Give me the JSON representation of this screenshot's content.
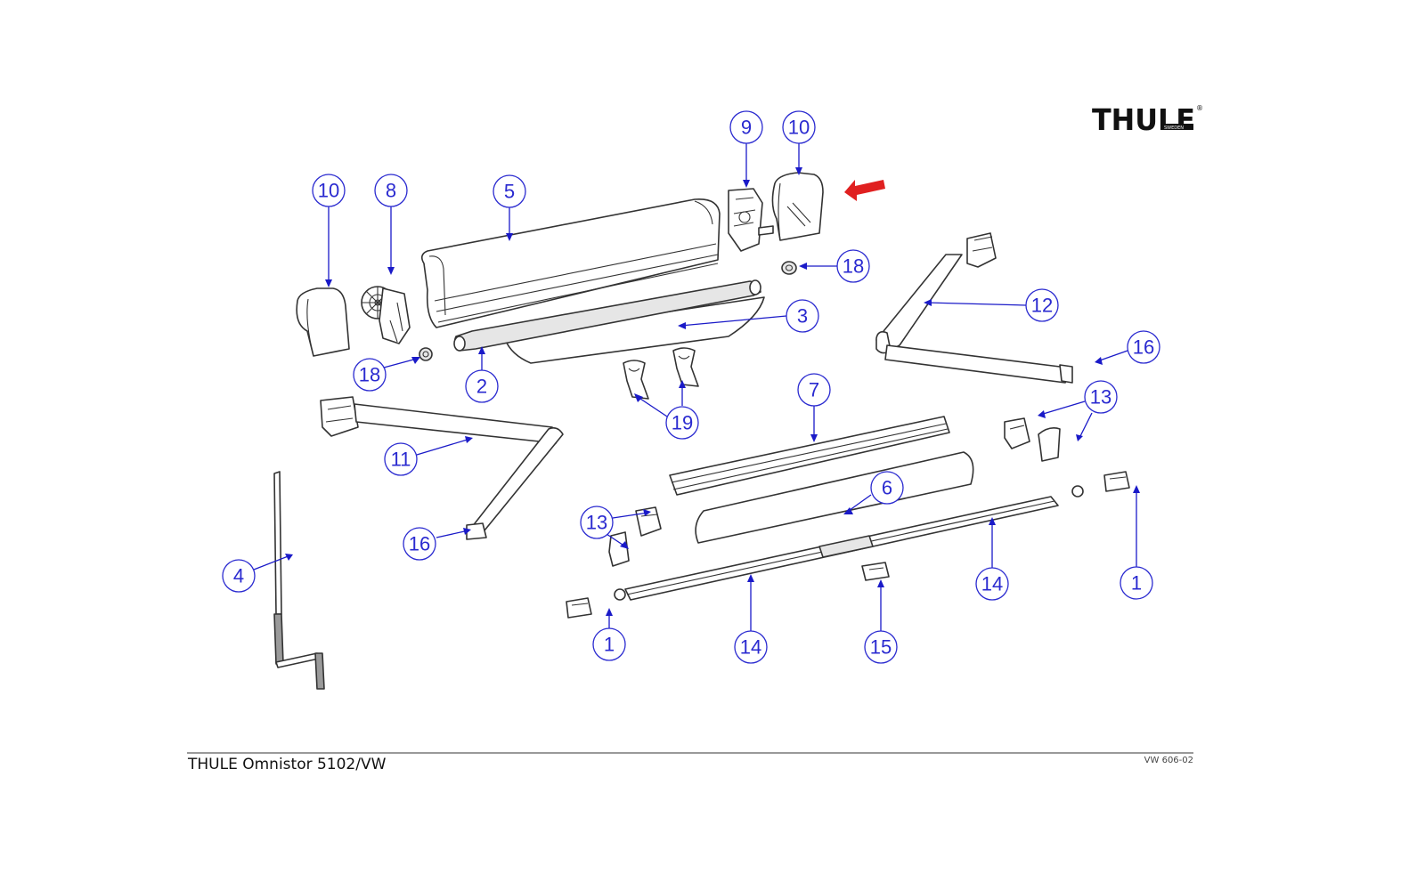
{
  "brand": {
    "logo_text": "THULE",
    "logo_subtext": "SWEDEN",
    "registered_mark": "®"
  },
  "footer": {
    "title": "THULE Omnistor 5102/VW",
    "code": "VW 606-02"
  },
  "colors": {
    "callout": "#2a2ad0",
    "leader": "#1a1ac8",
    "highlight_arrow": "#e02020",
    "line_art": "#333333"
  },
  "highlight": {
    "target_part": "10",
    "icon": "red-arrow-icon"
  },
  "callouts": [
    "10",
    "8",
    "5",
    "9",
    "10",
    "18",
    "3",
    "2",
    "18",
    "12",
    "16",
    "19",
    "7",
    "13",
    "11",
    "6",
    "13",
    "16",
    "4",
    "14",
    "1",
    "1",
    "14",
    "15"
  ]
}
